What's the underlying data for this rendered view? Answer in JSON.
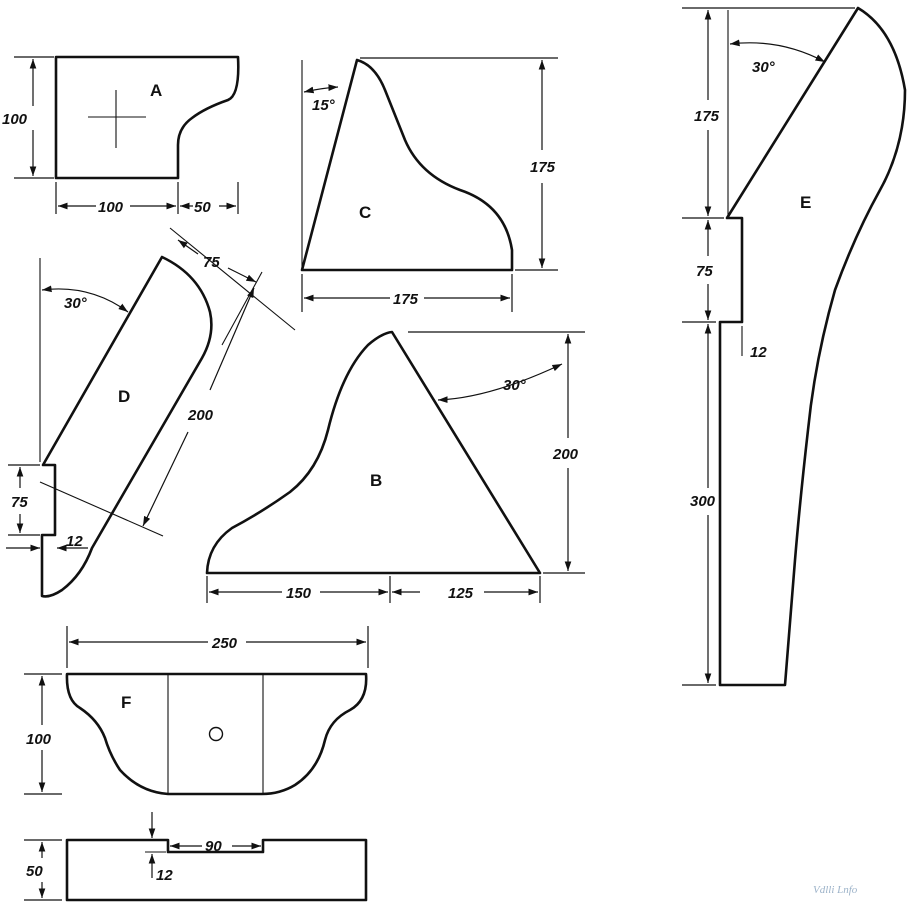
{
  "parts": {
    "A": {
      "label": "A",
      "dims": {
        "height": "100",
        "width": "100",
        "width_right": "50"
      }
    },
    "B": {
      "label": "B",
      "dims": {
        "height": "200",
        "base_left": "150",
        "base_right": "125",
        "angle": "30°"
      }
    },
    "C": {
      "label": "C",
      "dims": {
        "height": "175",
        "base": "175",
        "angle": "15°"
      }
    },
    "D": {
      "label": "D",
      "dims": {
        "length": "200",
        "width": "75",
        "notch_height": "75",
        "notch_depth": "12",
        "angle": "30°"
      }
    },
    "E": {
      "label": "E",
      "dims": {
        "upper": "175",
        "notch": "75",
        "lower": "300",
        "notch_depth": "12",
        "angle": "30°"
      }
    },
    "F": {
      "label": "F",
      "dims": {
        "width": "250",
        "height": "100",
        "base_height": "50",
        "slot_width": "90",
        "slot_depth": "12"
      }
    }
  },
  "watermark": "Vdlli Lnfo",
  "colors": {
    "line": "#111111",
    "watermark": "#9db3c9"
  }
}
